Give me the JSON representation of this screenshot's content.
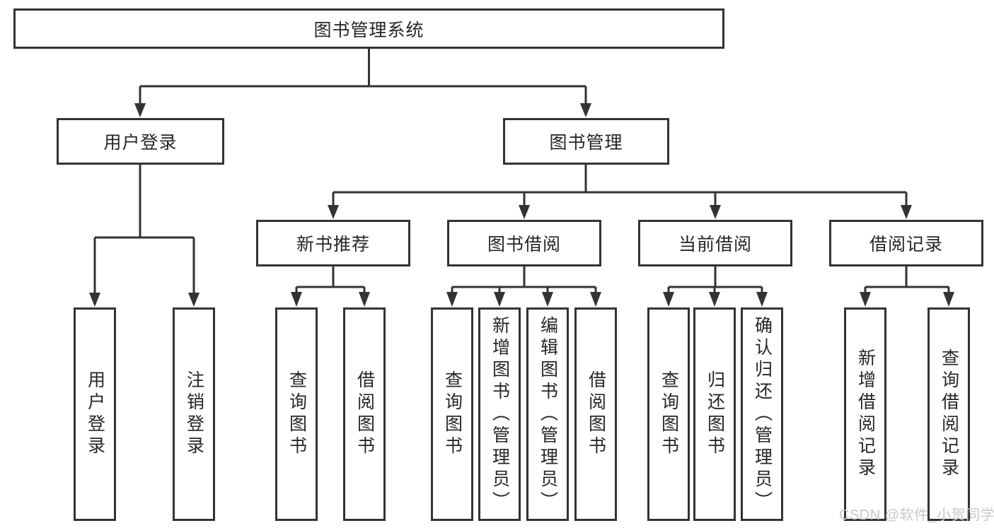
{
  "page": {
    "background": "#ffffff"
  },
  "diagram": {
    "line_color": "#333333",
    "text_color": "#262626",
    "root": {
      "label": "图书管理系统"
    },
    "branches": [
      {
        "label": "用户登录",
        "children": [
          {
            "label": "用户登录"
          },
          {
            "label": "注销登录"
          }
        ]
      },
      {
        "label": "图书管理",
        "children": [
          {
            "label": "新书推荐",
            "children": [
              {
                "label": "查询图书"
              },
              {
                "label": "借阅图书"
              }
            ]
          },
          {
            "label": "图书借阅",
            "children": [
              {
                "label": "查询图书"
              },
              {
                "label": "新增图书（管理员）"
              },
              {
                "label": "编辑图书（管理员）"
              },
              {
                "label": "借阅图书"
              }
            ]
          },
          {
            "label": "当前借阅",
            "children": [
              {
                "label": "查询图书"
              },
              {
                "label": "归还图书"
              },
              {
                "label": "确认归还（管理员）"
              }
            ]
          },
          {
            "label": "借阅记录",
            "children": [
              {
                "label": "新增借阅记录"
              },
              {
                "label": "查询借阅记录"
              }
            ]
          }
        ]
      }
    ]
  },
  "watermark": {
    "text": "CSDN @软件_小贺同学",
    "color": "#c8c8c8"
  }
}
